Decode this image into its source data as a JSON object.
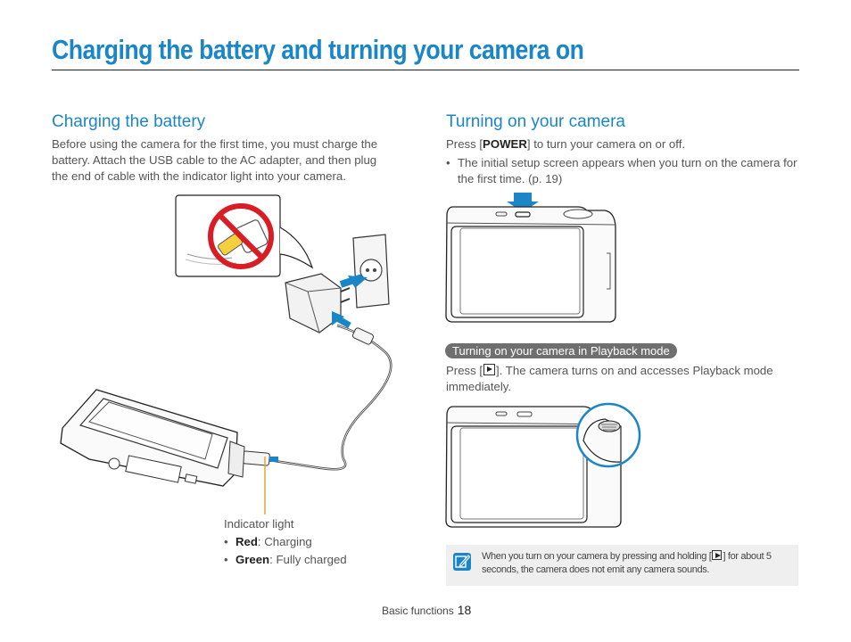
{
  "page": {
    "title": "Charging the battery and turning your camera on"
  },
  "charging": {
    "heading": "Charging the battery",
    "description": "Before using the camera for the first time, you must charge the battery. Attach the USB cable to the AC adapter, and then plug the end of cable with the indicator light into your camera.",
    "indicator_label": "Indicator light",
    "indicator_items": [
      {
        "key": "Red",
        "value": ": Charging"
      },
      {
        "key": "Green",
        "value": ": Fully charged"
      }
    ]
  },
  "turning_on": {
    "heading": "Turning on your camera",
    "press_prefix": "Press [",
    "power_key": "POWER",
    "press_suffix": "] to turn your camera on or off.",
    "bullet": "The initial setup screen appears when you turn on the camera for the first time. (p. 19)",
    "playback_pill": "Turning on your camera in Playback mode",
    "playback_prefix": "Press [",
    "playback_suffix": "]. The camera turns on and accesses Playback mode immediately.",
    "playback_icon": "play-button-icon"
  },
  "note": {
    "icon": "note-pencil-icon",
    "text_prefix": "When you turn on your camera by pressing and holding [",
    "text_suffix": "] for about 5 seconds, the camera does not emit any camera sounds."
  },
  "footer": {
    "section": "Basic functions",
    "page_number": "18"
  },
  "colors": {
    "accent": "#1a86c8",
    "prohibit_red": "#d81d24",
    "indicator_line": "#e8a23a"
  }
}
